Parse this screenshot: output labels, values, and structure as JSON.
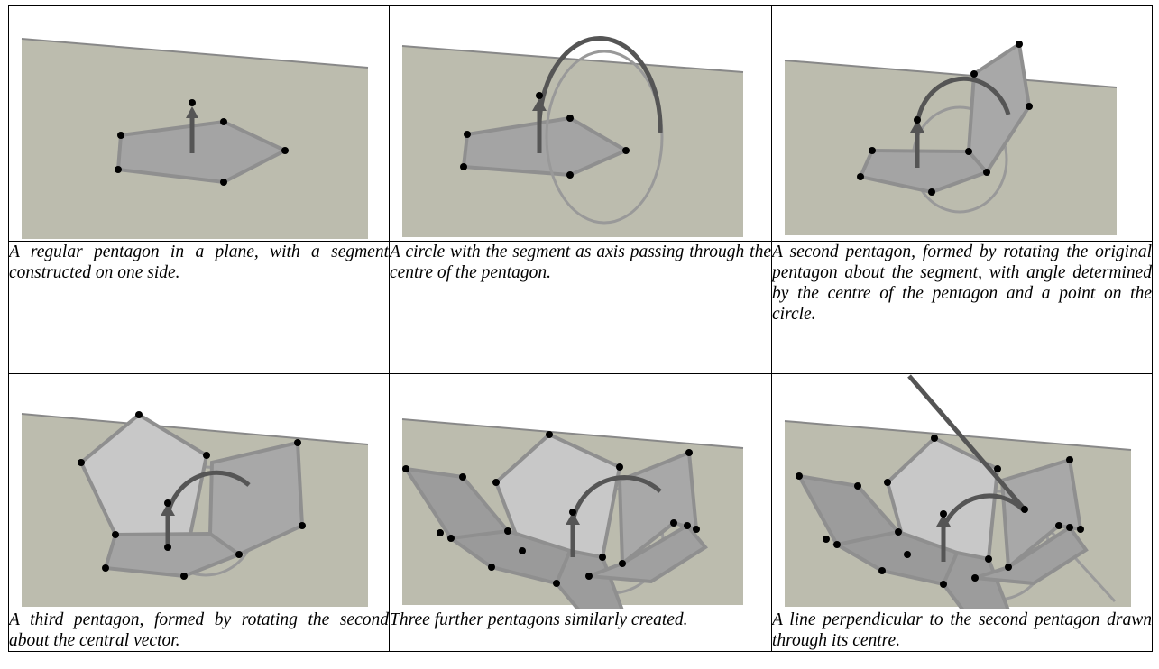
{
  "panels": [
    {
      "caption": "A regular pentagon in a plane, with a segment constructed on one side."
    },
    {
      "caption": "A circle with the segment as axis passing through the centre of the pentagon."
    },
    {
      "caption": "A second pentagon, formed by rotating the original pentagon about the segment, with angle determined by the centre of the pentagon and a point on the circle."
    },
    {
      "caption": "A third pentagon, formed by rotating the second about the central vector."
    },
    {
      "caption": "Three further pentagons similarly created."
    },
    {
      "caption": "A line perpendicular to the second pentagon drawn through its centre."
    }
  ],
  "colors": {
    "plane": "#b9b9ab",
    "pentagon": "#a4a4a4",
    "pentagon_light": "#c8c8c8",
    "edge": "#8a8a8a",
    "vertex": "#000000",
    "vector": "#555555"
  }
}
